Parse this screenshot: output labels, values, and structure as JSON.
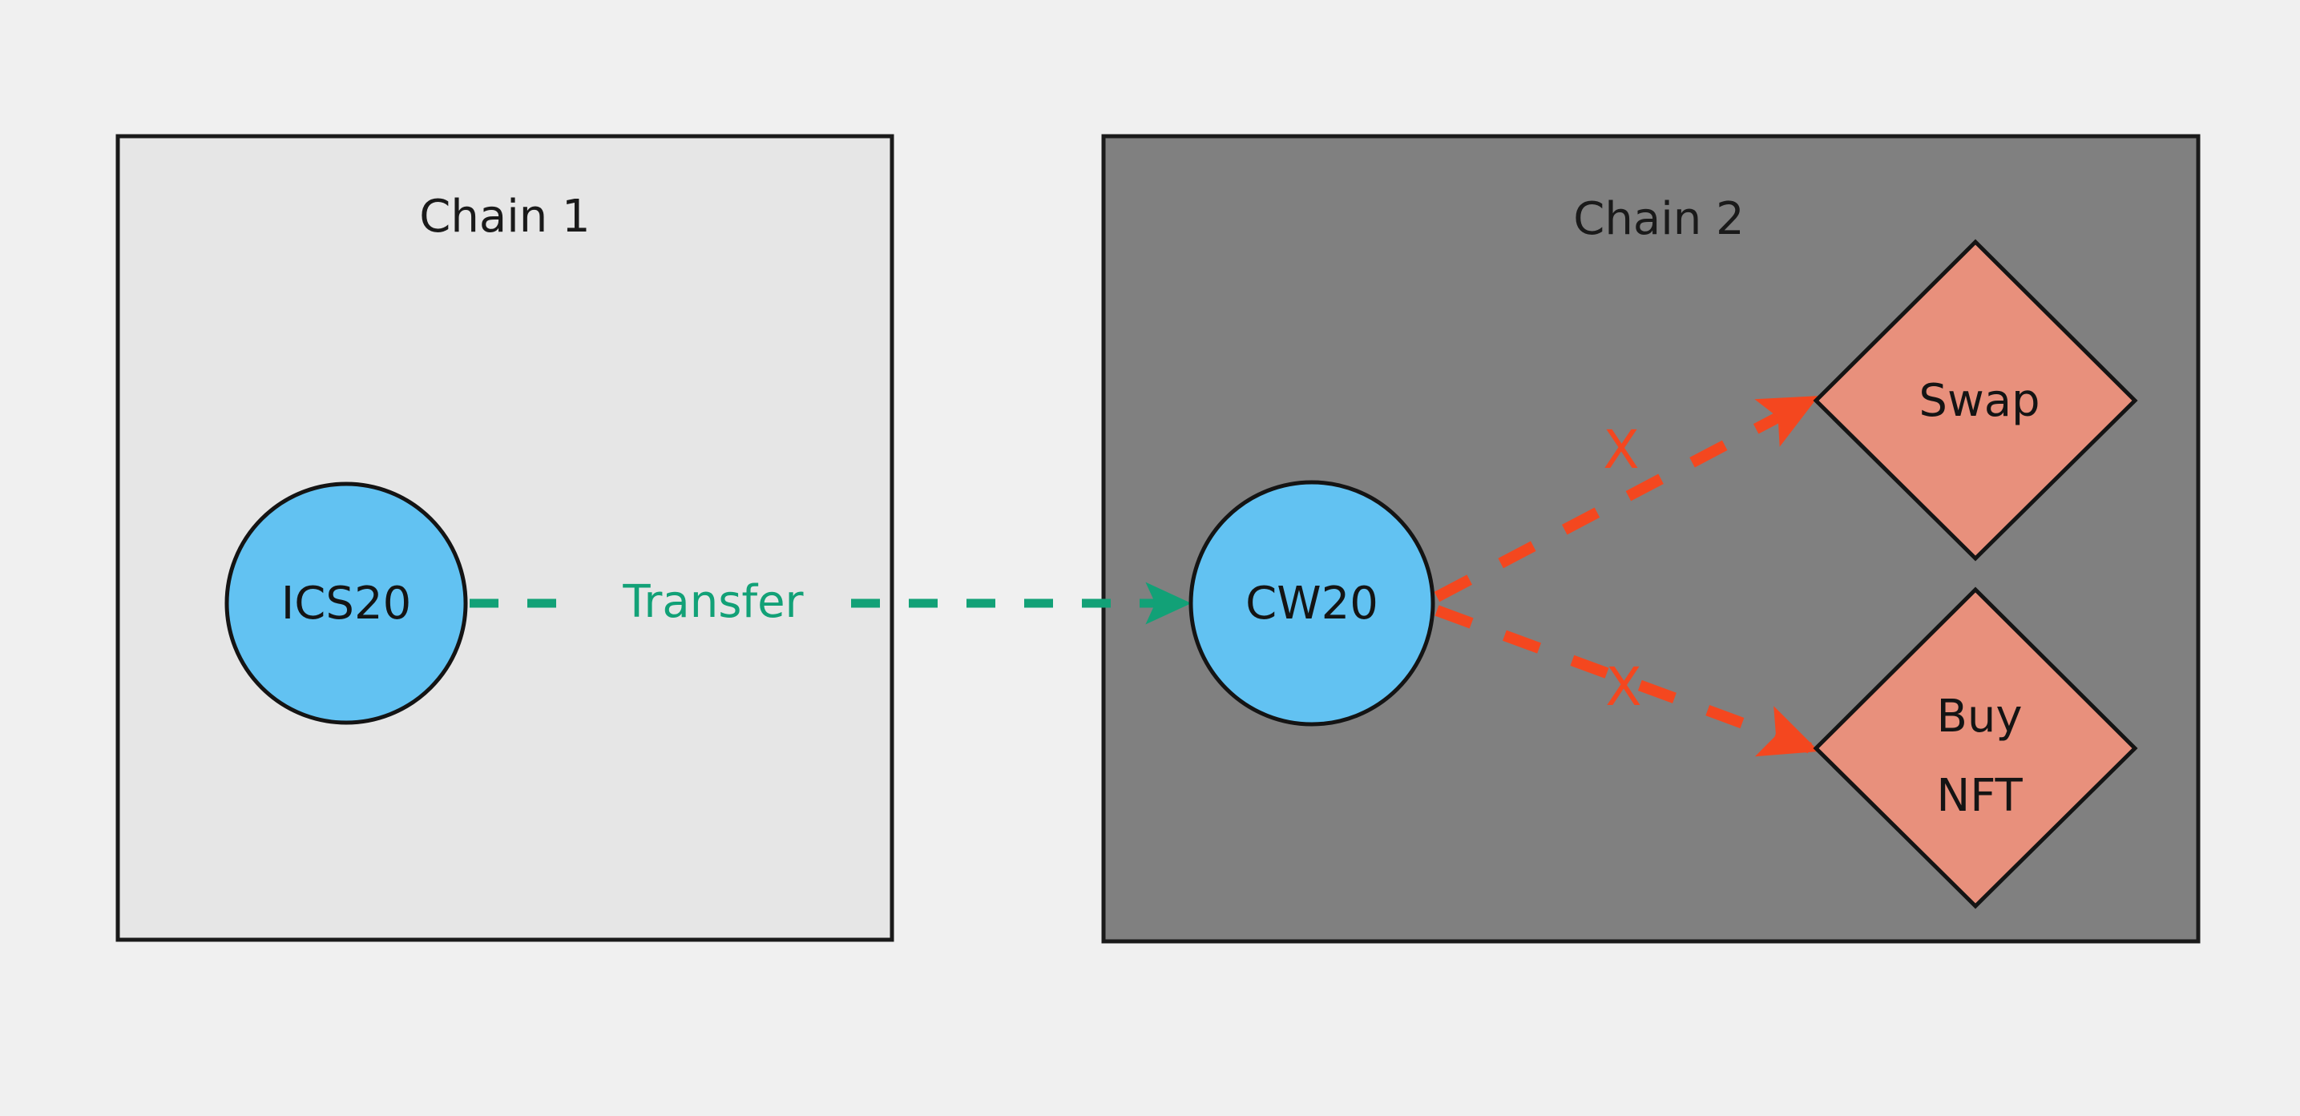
{
  "diagram": {
    "background_color": "#f0f0f0",
    "containers": [
      {
        "id": "chain1",
        "title": "Chain 1",
        "fill": "#e6e6e6",
        "stroke": "#1a1a1a"
      },
      {
        "id": "chain2",
        "title": "Chain 2",
        "fill": "#808080",
        "stroke": "#1a1a1a"
      }
    ],
    "nodes": [
      {
        "id": "ics20",
        "label": "ICS20",
        "shape": "circle",
        "fill": "#62c2f2",
        "stroke": "#141414",
        "parent": "chain1"
      },
      {
        "id": "cw20",
        "label": "CW20",
        "shape": "circle",
        "fill": "#62c2f2",
        "stroke": "#141414",
        "parent": "chain2"
      },
      {
        "id": "swap",
        "label": "Swap",
        "shape": "diamond",
        "fill": "#e8907c",
        "stroke": "#141414",
        "parent": "chain2"
      },
      {
        "id": "buy_nft",
        "label_line1": "Buy",
        "label_line2": "NFT",
        "shape": "diamond",
        "fill": "#e8907c",
        "stroke": "#141414",
        "parent": "chain2"
      }
    ],
    "edges": [
      {
        "id": "transfer",
        "from": "ics20",
        "to": "cw20",
        "label": "Transfer",
        "color": "#12a177",
        "style": "dashed",
        "arrowhead": true,
        "blocked": false
      },
      {
        "id": "cw20-to-swap",
        "from": "cw20",
        "to": "swap",
        "label": "",
        "marker": "X",
        "color": "#f4471f",
        "style": "dashed",
        "arrowhead": true,
        "blocked": true
      },
      {
        "id": "cw20-to-buy-nft",
        "from": "cw20",
        "to": "buy_nft",
        "label": "",
        "marker": "X",
        "color": "#f4471f",
        "style": "dashed",
        "arrowhead": true,
        "blocked": true
      }
    ],
    "colors": {
      "green_accent": "#12a177",
      "red_accent": "#f4471f",
      "node_blue": "#62c2f2",
      "node_salmon": "#e8907c",
      "chain1_fill": "#e6e6e6",
      "chain2_fill": "#808080",
      "outline": "#1a1a1a"
    }
  }
}
